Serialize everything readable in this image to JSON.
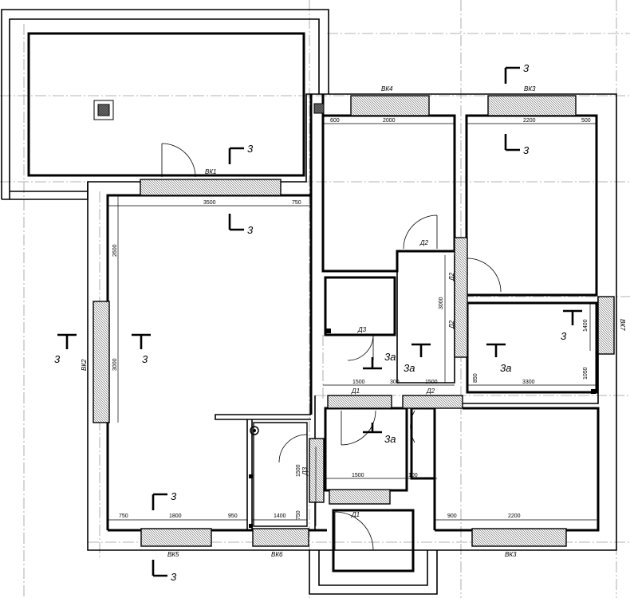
{
  "openings": {
    "vk1": "ВК1",
    "vk2": "ВК2",
    "vk3_top": "ВК3",
    "vk3_bottom": "ВК3",
    "vk4": "ВК4",
    "vk5": "ВК5",
    "vk6": "ВК6",
    "vk7": "ВК7"
  },
  "doors": {
    "d1_a": "Д1",
    "d1_b": "Д1",
    "d2_a": "Д2",
    "d2_b": "Д2",
    "d2_c": "Д2",
    "d2_d": "Д2",
    "d3_a": "Д3",
    "d3_b": "Д3"
  },
  "sections": {
    "s3": "3",
    "s3a": "3а"
  },
  "dimensions": {
    "d600": "600",
    "d2000": "2000",
    "d2200_top": "2200",
    "d500": "500",
    "d3500": "3500",
    "d750_top": "750",
    "d2600": "2600",
    "d3000_left": "3000",
    "d3000_mid": "3000",
    "d1400_right": "1400",
    "d1500_a": "1500",
    "d300": "300",
    "d1500_b": "1500",
    "d850": "850",
    "d3300": "3300",
    "d1050": "1050",
    "d1500_c": "1500",
    "d1500_d": "1500",
    "d100": "100",
    "d750_bl": "750",
    "d1800": "1800",
    "d950": "950",
    "d1400_bottom": "1400",
    "d750_v": "750",
    "d900": "900",
    "d2200_bottom": "2200"
  }
}
